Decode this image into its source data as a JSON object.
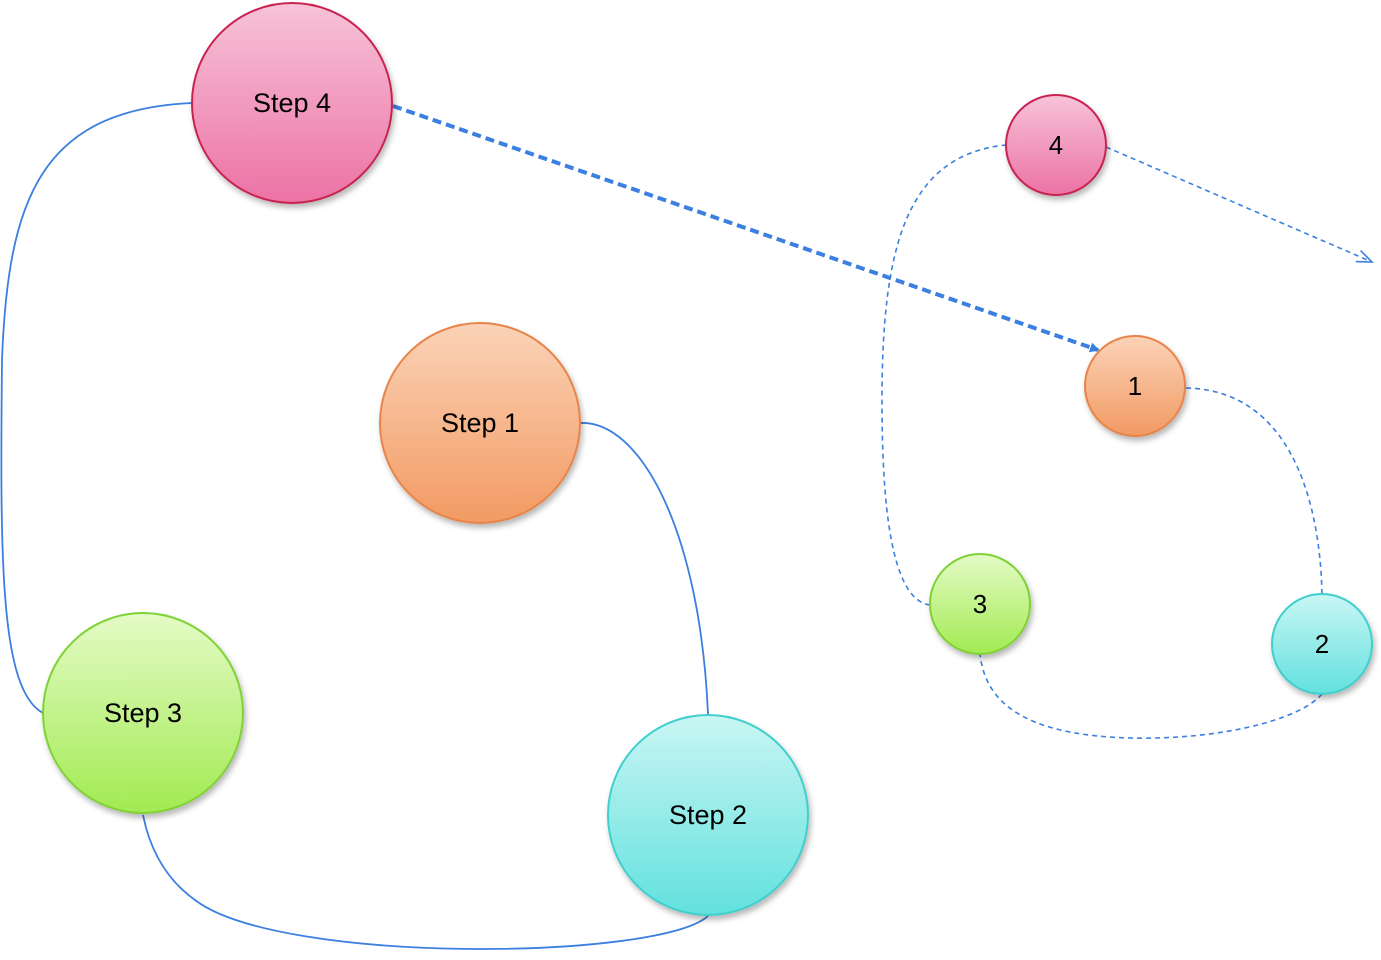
{
  "large_cycle": {
    "step1": {
      "label": "Step 1",
      "color": "#f5a06a"
    },
    "step2": {
      "label": "Step 2",
      "color": "#6fe3e0"
    },
    "step3": {
      "label": "Step 3",
      "color": "#a8ec5a"
    },
    "step4": {
      "label": "Step 4",
      "color": "#ec79a8"
    }
  },
  "small_cycle": {
    "n1": {
      "label": "1",
      "color": "#f5a06a"
    },
    "n2": {
      "label": "2",
      "color": "#6fe3e0"
    },
    "n3": {
      "label": "3",
      "color": "#a8ec5a"
    },
    "n4": {
      "label": "4",
      "color": "#ec79a8"
    }
  },
  "connector_color": "#3b7fe0"
}
